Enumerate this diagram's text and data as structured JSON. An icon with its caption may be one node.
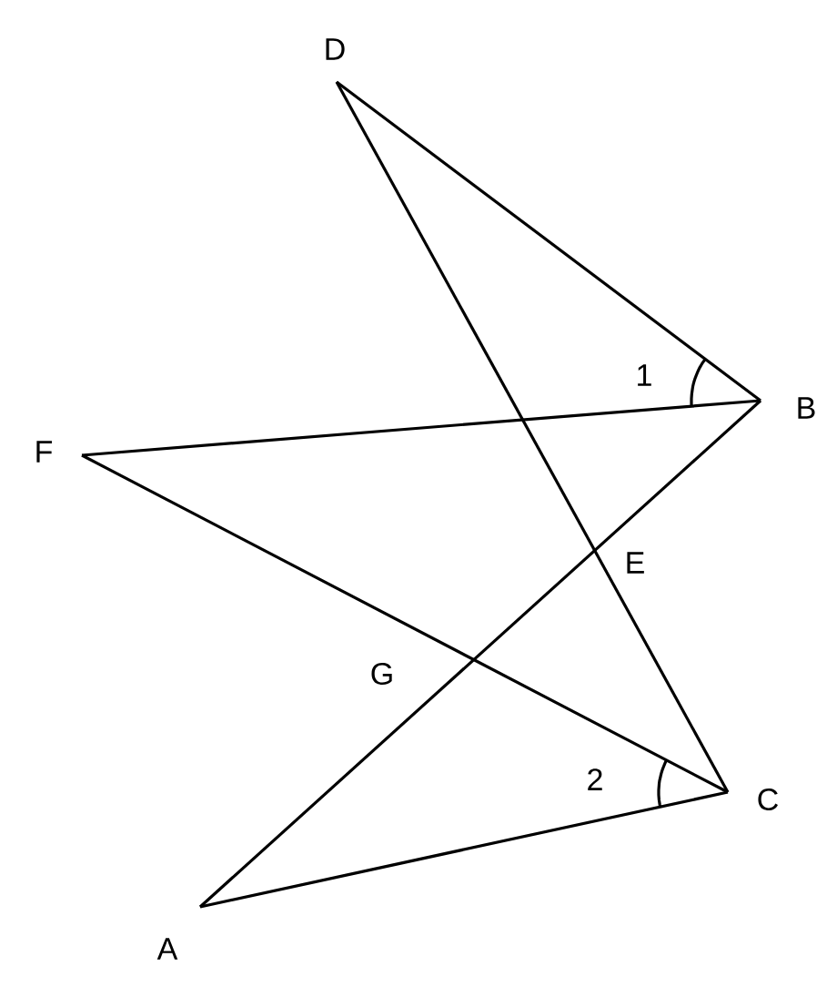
{
  "diagram": {
    "nodes": [
      {
        "text": [
          "D"
        ]
      },
      {
        "text": [
          "B"
        ]
      },
      {
        "text": [
          "F"
        ]
      },
      {
        "text": [
          "C"
        ]
      },
      {
        "text": [
          "A"
        ]
      }
    ],
    "edges": [
      {
        "from": 0,
        "to": 1,
        "arrow": "none"
      },
      {
        "from": 0,
        "to": 3,
        "arrow": "none"
      },
      {
        "from": 2,
        "to": 1,
        "arrow": "none"
      },
      {
        "from": 2,
        "to": 3,
        "arrow": "none"
      },
      {
        "from": 4,
        "to": 1,
        "arrow": "none"
      },
      {
        "from": 4,
        "to": 3,
        "arrow": "none"
      }
    ],
    "labels": [
      "1",
      "E",
      "G",
      "2"
    ]
  }
}
